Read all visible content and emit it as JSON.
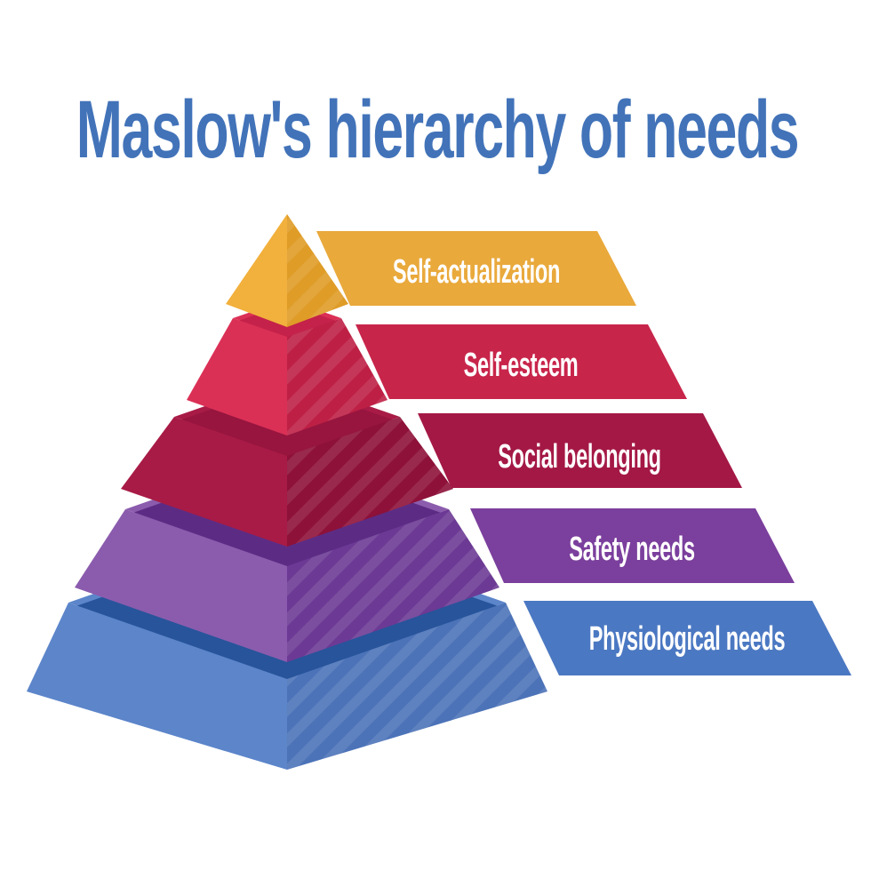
{
  "background": "#FFFFFF",
  "title": {
    "text": "Maslow's hierarchy of needs",
    "color": "#4273B9"
  },
  "label_text_color": "#FFFFFF",
  "layers": [
    {
      "label": "Self-actualization",
      "colors": {
        "band": "#E9A93B",
        "left": "#F2B03C",
        "right": "#DF9C27"
      }
    },
    {
      "label": "Self-esteem",
      "colors": {
        "band": "#C8254B",
        "left": "#DB3056",
        "right": "#BE2045",
        "top": "#C4224A"
      }
    },
    {
      "label": "Social belonging",
      "colors": {
        "band": "#A41845",
        "left": "#A81B46",
        "right": "#8D1139",
        "top": "#97153F"
      }
    },
    {
      "label": "Safety needs",
      "colors": {
        "band": "#7B3F9D",
        "left": "#8B5CAD",
        "right": "#6C3A94",
        "top": "#5C2C85"
      }
    },
    {
      "label": "Physiological needs",
      "colors": {
        "band": "#4B78C2",
        "left": "#5C85CA",
        "right": "#4C73B8",
        "top": "#27549B"
      }
    }
  ]
}
